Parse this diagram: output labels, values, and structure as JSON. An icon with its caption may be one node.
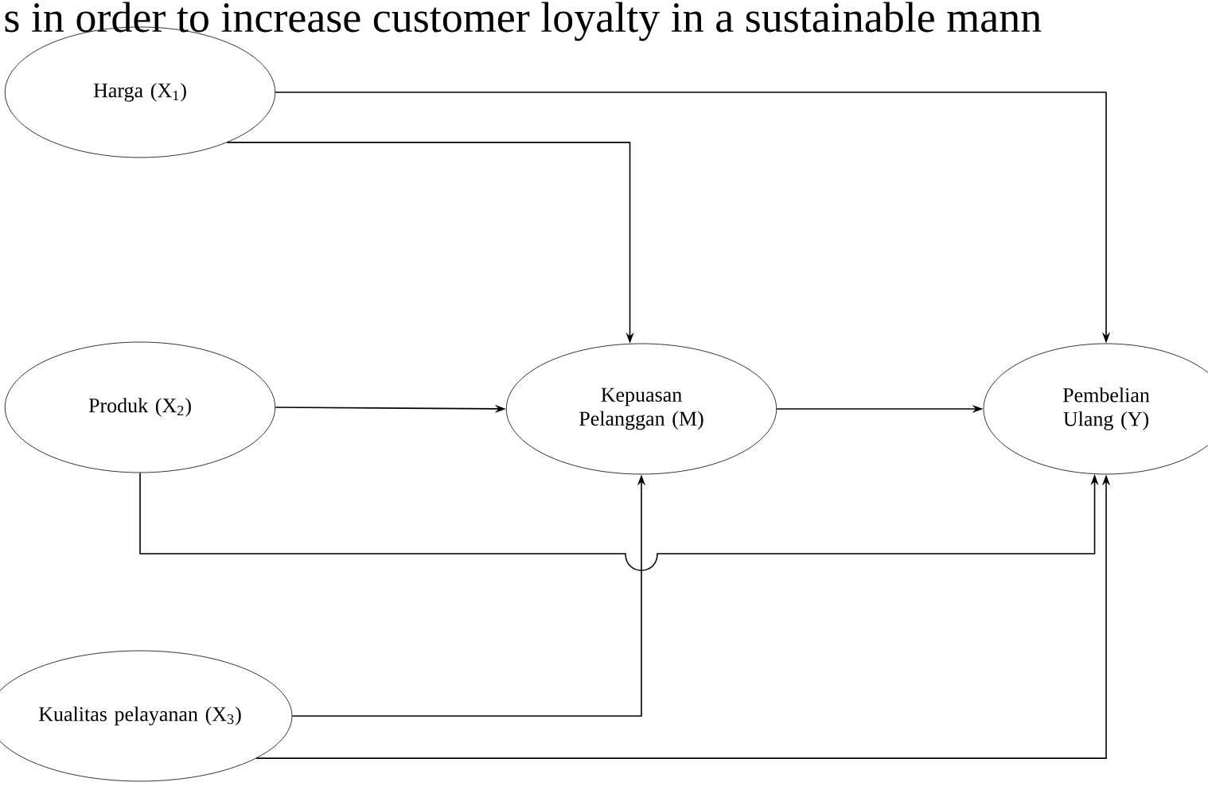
{
  "diagram": {
    "nodes": [
      {
        "text": [
          "Harga (X$_{1}$)"
        ]
      },
      {
        "text": [
          "Produk (X$_{2}$)"
        ]
      },
      {
        "text": [
          "Kepuasan Pelanggan (M)"
        ]
      },
      {
        "text": [
          "Pembelian Ulang (Y)"
        ]
      },
      {
        "text": [
          "Kualitas pelayanan (X$_{3}$)"
        ]
      }
    ],
    "edges": [
      {
        "from": 0,
        "to": 3,
        "arrow": "to"
      },
      {
        "from": 0,
        "to": 2,
        "arrow": "to"
      },
      {
        "from": 1,
        "to": 2,
        "arrow": "to"
      },
      {
        "from": 2,
        "to": 3,
        "arrow": "to"
      },
      {
        "from": 1,
        "to": 3,
        "arrow": "to"
      },
      {
        "from": 4,
        "to": 2,
        "arrow": "to"
      },
      {
        "from": 4,
        "to": 3,
        "arrow": "to"
      }
    ],
    "labels": [
      "s in order to increase customer loyalty in a sustainable mann"
    ]
  }
}
